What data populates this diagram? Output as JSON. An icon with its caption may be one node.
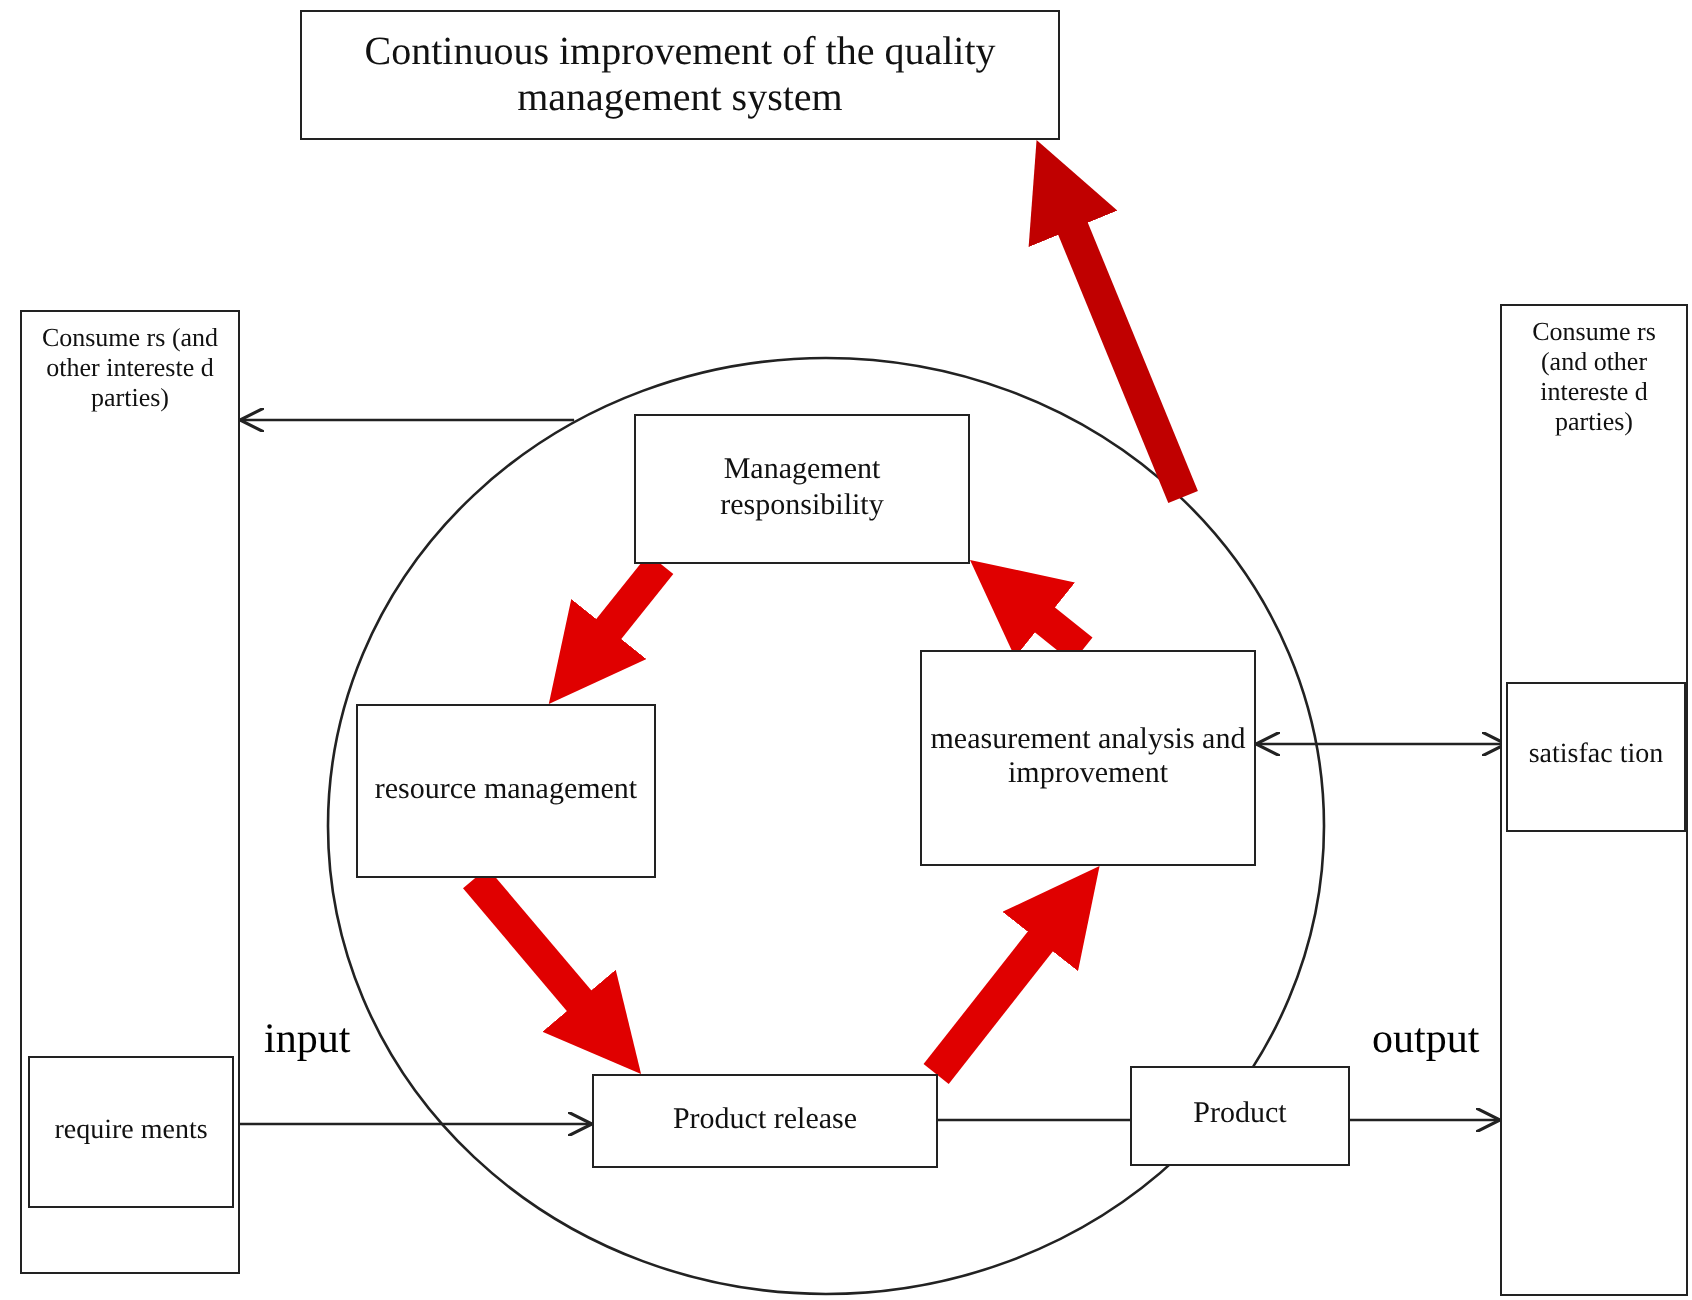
{
  "diagram": {
    "nodes": [
      {
        "text": [
          "Continuous improvement of the quality management system"
        ]
      },
      {
        "text": [
          "Consume rs (and other intereste d parties)"
        ]
      },
      {
        "text": [
          "require ments"
        ],
        "in": 1
      },
      {
        "text": [],
        "shape": "circle"
      },
      {
        "text": [
          "Management responsibility"
        ],
        "in": 3
      },
      {
        "text": [
          "resource management"
        ],
        "in": 3
      },
      {
        "text": [
          "measurement analysis and improvement"
        ],
        "in": 3
      },
      {
        "text": [
          "Product release"
        ],
        "in": 3
      },
      {
        "text": [
          "Product"
        ]
      },
      {
        "text": [
          "Consume rs (and other intereste d parties)"
        ]
      },
      {
        "text": [
          "satisfac tion"
        ],
        "in": 9
      }
    ],
    "edges": [
      {
        "from": 3,
        "to": 1,
        "arrow": "to"
      },
      {
        "from": 4,
        "to": 5,
        "arrow": "to",
        "style": "thick",
        "color": "#e00000"
      },
      {
        "from": 5,
        "to": 7,
        "arrow": "to",
        "style": "thick",
        "color": "#e00000"
      },
      {
        "from": 7,
        "to": 6,
        "arrow": "to",
        "style": "thick",
        "color": "#e00000"
      },
      {
        "from": 6,
        "to": 4,
        "arrow": "to",
        "style": "thick",
        "color": "#e00000"
      },
      {
        "from": 3,
        "to": 0,
        "arrow": "to",
        "style": "thick",
        "color": "#c00000"
      },
      {
        "from": 6,
        "to": 10,
        "arrow": "both"
      },
      {
        "from": 2,
        "to": 7,
        "arrow": "to",
        "label": "input"
      },
      {
        "from": 7,
        "to": 8,
        "arrow": "none"
      },
      {
        "from": 8,
        "to": 9,
        "arrow": "to",
        "label": "output"
      }
    ]
  }
}
